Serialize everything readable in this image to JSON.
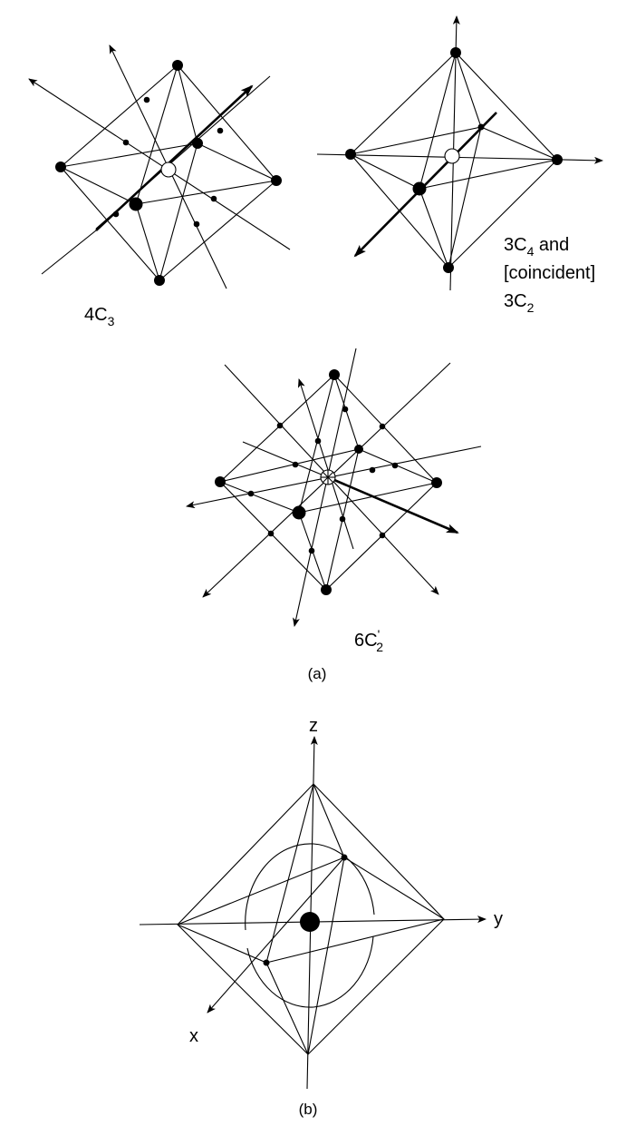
{
  "panel_a": {
    "caption": "(a)",
    "c3_label": {
      "main": "4C",
      "sub": "3"
    },
    "c4_label": {
      "line1_main": "3C",
      "line1_sub": "4",
      "line1_rest": " and",
      "line2": "[coincident]",
      "line3_main": "3C",
      "line3_sub": "2"
    },
    "c2p_label": {
      "main": "6C",
      "sub": "2",
      "prime": "'"
    }
  },
  "panel_b": {
    "caption": "(b)",
    "axis_z": "z",
    "axis_y": "y",
    "axis_x": "x"
  }
}
